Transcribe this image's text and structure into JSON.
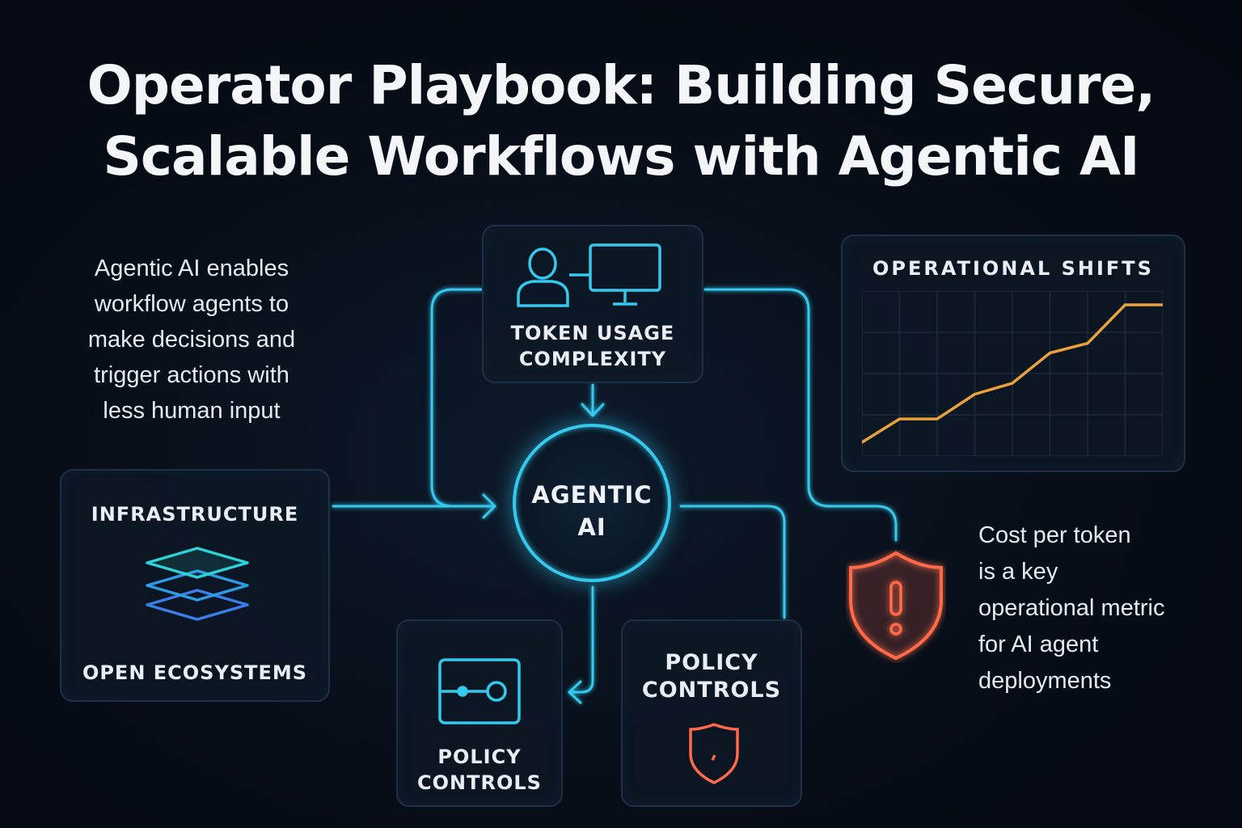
{
  "title": {
    "line1": "Operator Playbook: Building Secure,",
    "line2": "Scalable Workflows with Agentic AI"
  },
  "intro": {
    "lines": [
      "Agentic AI enables",
      "workflow agents to",
      "make decisions and",
      "trigger actions with",
      "less human input"
    ]
  },
  "hub": {
    "line1": "AGENTIC",
    "line2": "AI"
  },
  "token_card": {
    "line1": "TOKEN USAGE",
    "line2": "COMPLEXITY",
    "icons": [
      "person-icon",
      "monitor-icon"
    ]
  },
  "infra_card": {
    "top": "INFRASTRUCTURE",
    "bottom": "OPEN ECOSYSTEMS",
    "icon": "layers-icon"
  },
  "policy_left": {
    "line1": "POLICY",
    "line2": "CONTROLS",
    "icon": "toggle-icon"
  },
  "policy_right": {
    "line1": "POLICY",
    "line2": "CONTROLS",
    "icon": "shield-icon"
  },
  "note": {
    "lines": [
      "Cost per token",
      "is a key",
      "operational metric",
      "for AI agent",
      "deployments"
    ]
  },
  "alert_icon": "shield-alert-icon",
  "colors": {
    "accent": "#35c9ee",
    "warning": "#ff6a4a",
    "chart_line": "#e9a23b"
  },
  "chart_data": {
    "type": "line",
    "title": "OPERATIONAL SHIFTS",
    "xlabel": "",
    "ylabel": "",
    "x": [
      0,
      1,
      2,
      3,
      4,
      5,
      6,
      7,
      8
    ],
    "series": [
      {
        "values": [
          0.0,
          0.17,
          0.17,
          0.35,
          0.43,
          0.65,
          0.72,
          1.0,
          1.0
        ]
      }
    ],
    "xlim": [
      0,
      8
    ],
    "ylim": [
      -0.1,
      1.1
    ],
    "grid": true
  }
}
